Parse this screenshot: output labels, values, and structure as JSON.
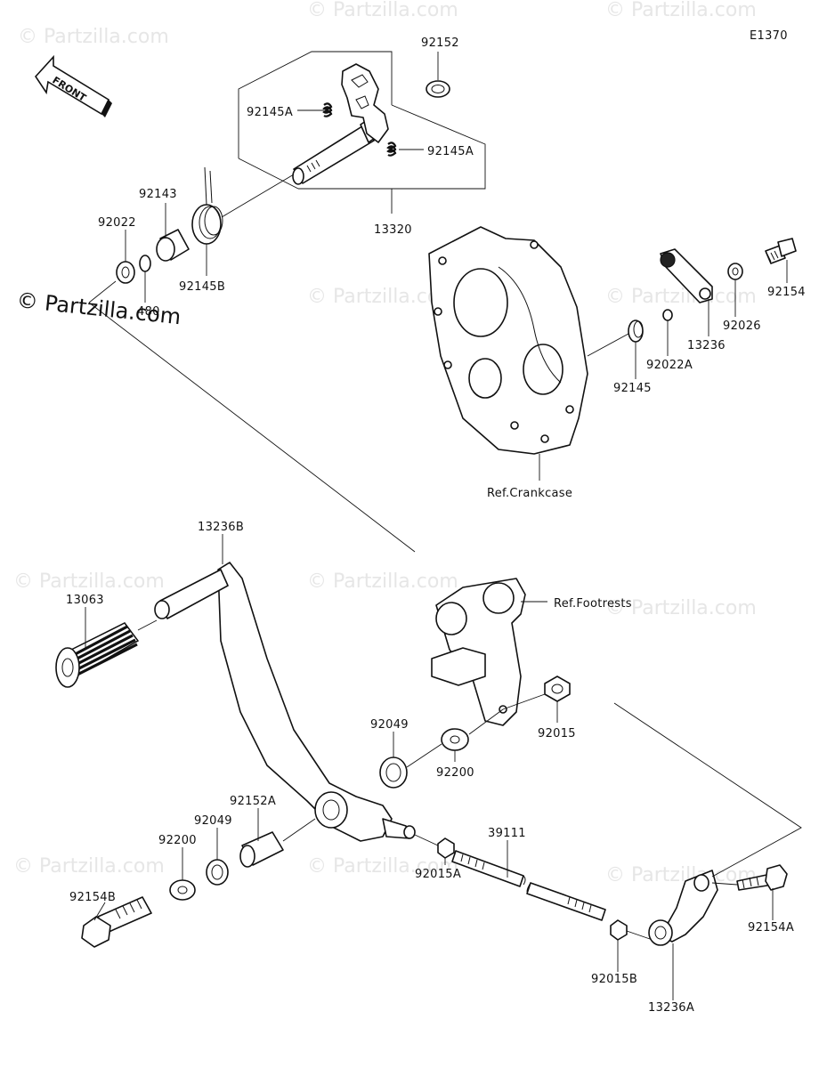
{
  "diagram_code": "E1370",
  "front_label": "FRONT",
  "watermark": "© Partzilla.com",
  "callouts": {
    "p92152": "92152",
    "p92145A_left": "92145A",
    "p92145A_right": "92145A",
    "p13320": "13320",
    "p92143": "92143",
    "p92022": "92022",
    "p480": "480",
    "p92145B": "92145B",
    "p13236": "13236",
    "p92026": "92026",
    "p92154": "92154",
    "p92022A": "92022A",
    "p92145": "92145",
    "ref_crankcase": "Ref.Crankcase",
    "p13236B": "13236B",
    "p13063": "13063",
    "ref_footrests": "Ref.Footrests",
    "p92015": "92015",
    "p92049_upper": "92049",
    "p92200_upper": "92200",
    "p92152A": "92152A",
    "p92049_lower": "92049",
    "p92200_lower": "92200",
    "p39111": "39111",
    "p92015A": "92015A",
    "p92154B": "92154B",
    "p92154A": "92154A",
    "p92015B": "92015B",
    "p13236A": "13236A"
  }
}
